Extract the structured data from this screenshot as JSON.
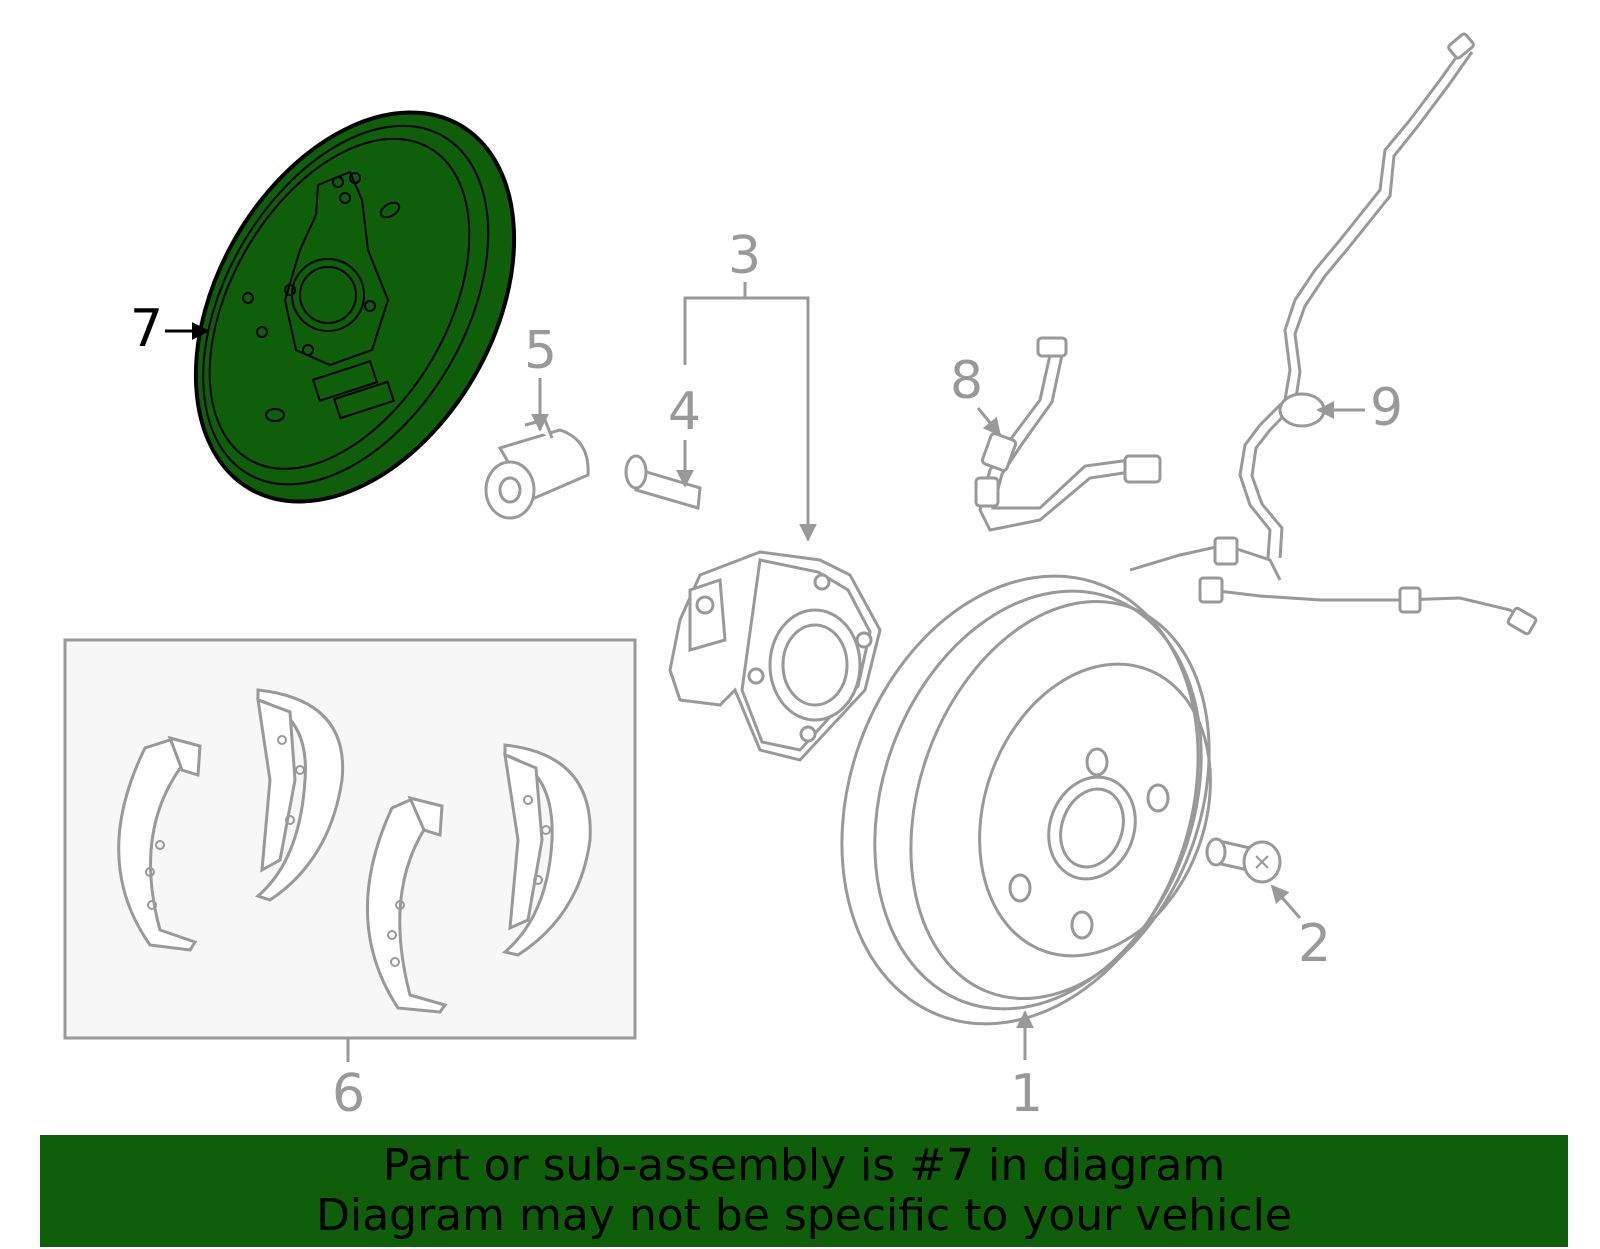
{
  "callouts": {
    "c1": "1",
    "c2": "2",
    "c3": "3",
    "c4": "4",
    "c5": "5",
    "c6": "6",
    "c7": "7",
    "c8": "8",
    "c9": "9"
  },
  "banner": {
    "line1": "Part or sub-assembly is #7 in diagram",
    "line2": "Diagram may not be specific to your vehicle"
  },
  "colors": {
    "highlight": "#0f5e0a",
    "line": "#999999",
    "active_label": "#000000"
  },
  "highlighted_part": "7"
}
